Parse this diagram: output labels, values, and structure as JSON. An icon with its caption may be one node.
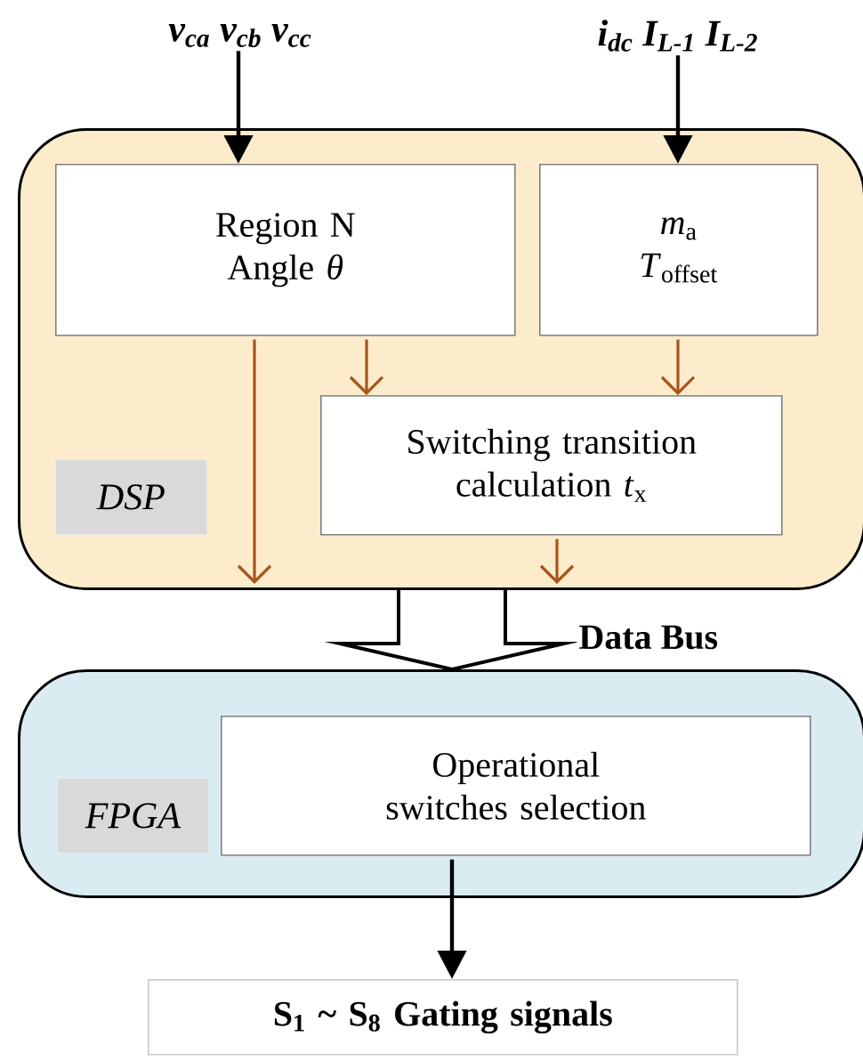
{
  "diagram": {
    "nodes": [
      {
        "text": [
          "v$_{ca}$ v$_{cb}$ v$_{cc}$"
        ]
      },
      {
        "text": [
          "i$_{dc}$ I$_{L-1}$ I$_{L-2}$"
        ]
      },
      {
        "text": [],
        "shape": "box"
      },
      {
        "text": [
          "DSP"
        ],
        "in": 2
      },
      {
        "text": [
          "Region N Angle *θ*"
        ],
        "in": 2
      },
      {
        "text": [
          "*m*$_{a}$",
          "*T*$_{offset}$"
        ],
        "in": 2
      },
      {
        "text": [
          "Switching transition calculation *t*$_{x}$"
        ],
        "in": 2
      },
      {
        "text": [],
        "shape": "box"
      },
      {
        "text": [
          "FPGA"
        ],
        "in": 7
      },
      {
        "text": [
          "Operational switches selection"
        ],
        "in": 7
      },
      {
        "text": [
          "S$_{1}$ ~ S$_{8}$ Gating signals"
        ]
      }
    ],
    "edges": [
      {
        "from": 0,
        "to": 4,
        "arrow": "to",
        "color": "#000000"
      },
      {
        "from": 1,
        "to": 5,
        "arrow": "to",
        "color": "#000000"
      },
      {
        "from": 4,
        "to": 6,
        "arrow": "to",
        "color": "#a8541a"
      },
      {
        "from": 5,
        "to": 6,
        "arrow": "to",
        "color": "#a8541a"
      },
      {
        "from": 4,
        "to": null,
        "arrow": "to",
        "color": "#a8541a"
      },
      {
        "from": 6,
        "to": null,
        "arrow": "to",
        "color": "#a8541a"
      },
      {
        "from": 2,
        "to": 7,
        "arrow": "to",
        "label": "Data Bus",
        "color": "#000000"
      },
      {
        "from": 9,
        "to": 10,
        "arrow": "to",
        "color": "#000000"
      }
    ]
  }
}
